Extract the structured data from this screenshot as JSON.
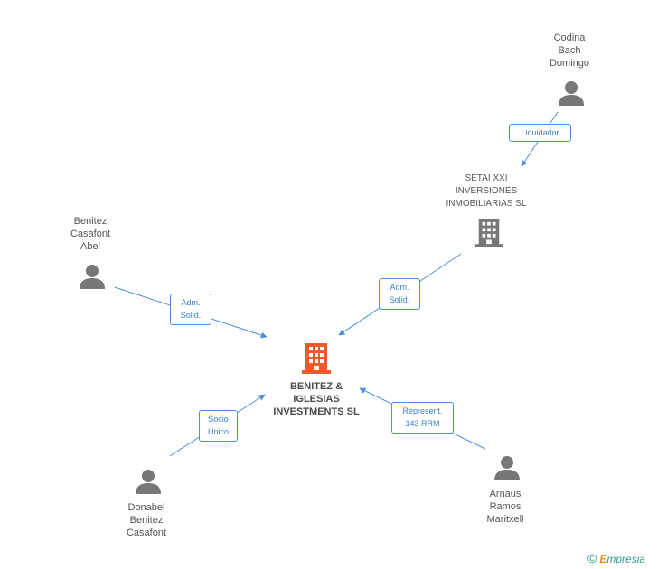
{
  "nodes": {
    "main": {
      "label": "BENITEZ &\nIGLESIAS\nINVESTMENTS SL",
      "type": "company",
      "color": "#f05a2a"
    },
    "setai": {
      "label": "SETAI XXI\nINVERSIONES\nINMOBILIARIAS SL",
      "type": "company",
      "color": "#777777"
    },
    "codina": {
      "label": "Codina\nBach\nDomingo",
      "type": "person"
    },
    "benitez_abel": {
      "label": "Benitez\nCasafont\nAbel",
      "type": "person"
    },
    "donabel": {
      "label": "Donabel\nBenitez\nCasafont",
      "type": "person"
    },
    "arnaus": {
      "label": "Arnaus\nRamos\nMaritxell",
      "type": "person"
    }
  },
  "edges": {
    "liquidador": "Liquidador",
    "adm_setai": "Adm.\nSolid.",
    "adm_abel": "Adm.\nSolid.",
    "socio": "Socio\nÚnico",
    "represent": "Represent.\n143 RRM"
  },
  "colors": {
    "edge": "#4a90d9",
    "person": "#777777"
  },
  "footer": {
    "copyright": "©",
    "brand_first": "E",
    "brand_rest": "mpresia"
  }
}
